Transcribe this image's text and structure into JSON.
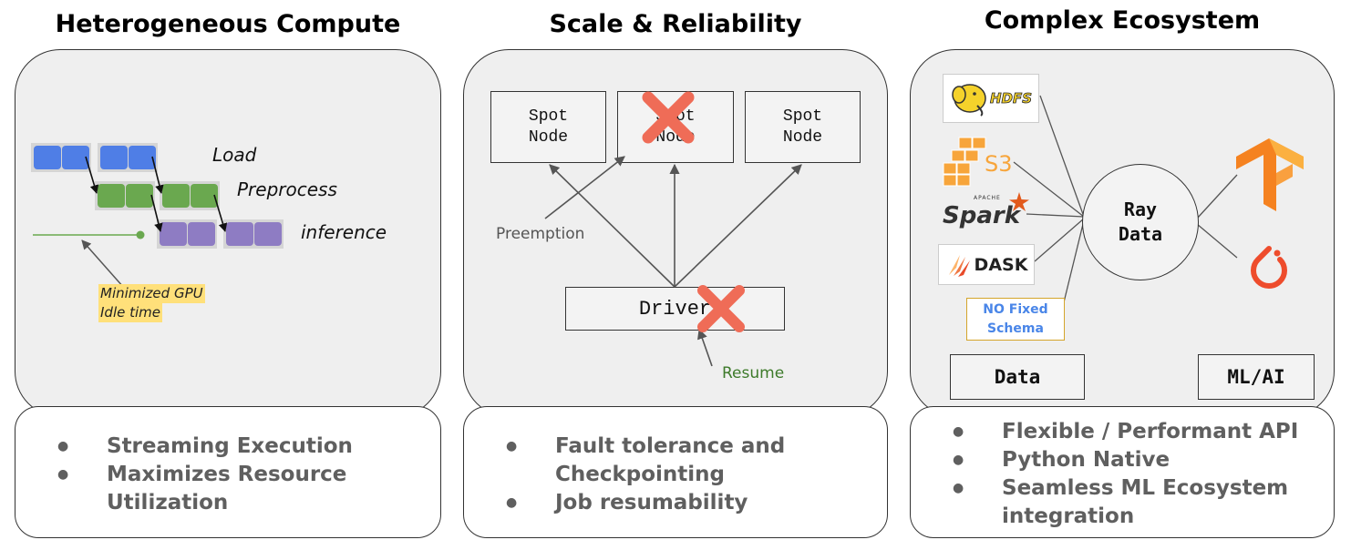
{
  "panels": {
    "compute": {
      "title": "Heterogeneous Compute",
      "stages": {
        "load": "Load",
        "preprocess": "Preprocess",
        "inference": "inference"
      },
      "note_line1": "Minimized GPU",
      "note_line2": "Idle time",
      "bullets": [
        "Streaming Execution",
        "Maximizes Resource Utilization"
      ]
    },
    "reliability": {
      "title": "Scale & Reliability",
      "nodes": [
        {
          "line1": "Spot",
          "line2": "Node"
        },
        {
          "line1": "Spot",
          "line2": "Node"
        },
        {
          "line1": "Spot",
          "line2": "Node"
        }
      ],
      "driver": "Driver",
      "preemption": "Preemption",
      "resume": "Resume",
      "bullets": [
        "Fault tolerance and Checkpointing",
        "Job resumability"
      ]
    },
    "ecosystem": {
      "title": "Complex Ecosystem",
      "sources": {
        "hdfs": "HDFS",
        "s3": "S3",
        "spark_small": "APACHE",
        "spark": "Spark",
        "dask": "DASK"
      },
      "no_fixed_line1": "NO Fixed",
      "no_fixed_line2": "Schema",
      "ray_line1": "Ray",
      "ray_line2": "Data",
      "data_label": "Data",
      "mlai_label": "ML/AI",
      "bullets": [
        "Flexible / Performant API",
        "Python Native",
        "Seamless ML Ecosystem integration"
      ]
    }
  },
  "colors": {
    "load": "#4f7ee6",
    "preprocess": "#6aa84f",
    "inference": "#8e7cc3",
    "highlight": "#ffe07a",
    "cross": "#ef6c57",
    "resume": "#3d7a2a",
    "tensorflow": "#f58220",
    "pytorch": "#ee4c2c",
    "no_fixed_text": "#4a86e8"
  }
}
